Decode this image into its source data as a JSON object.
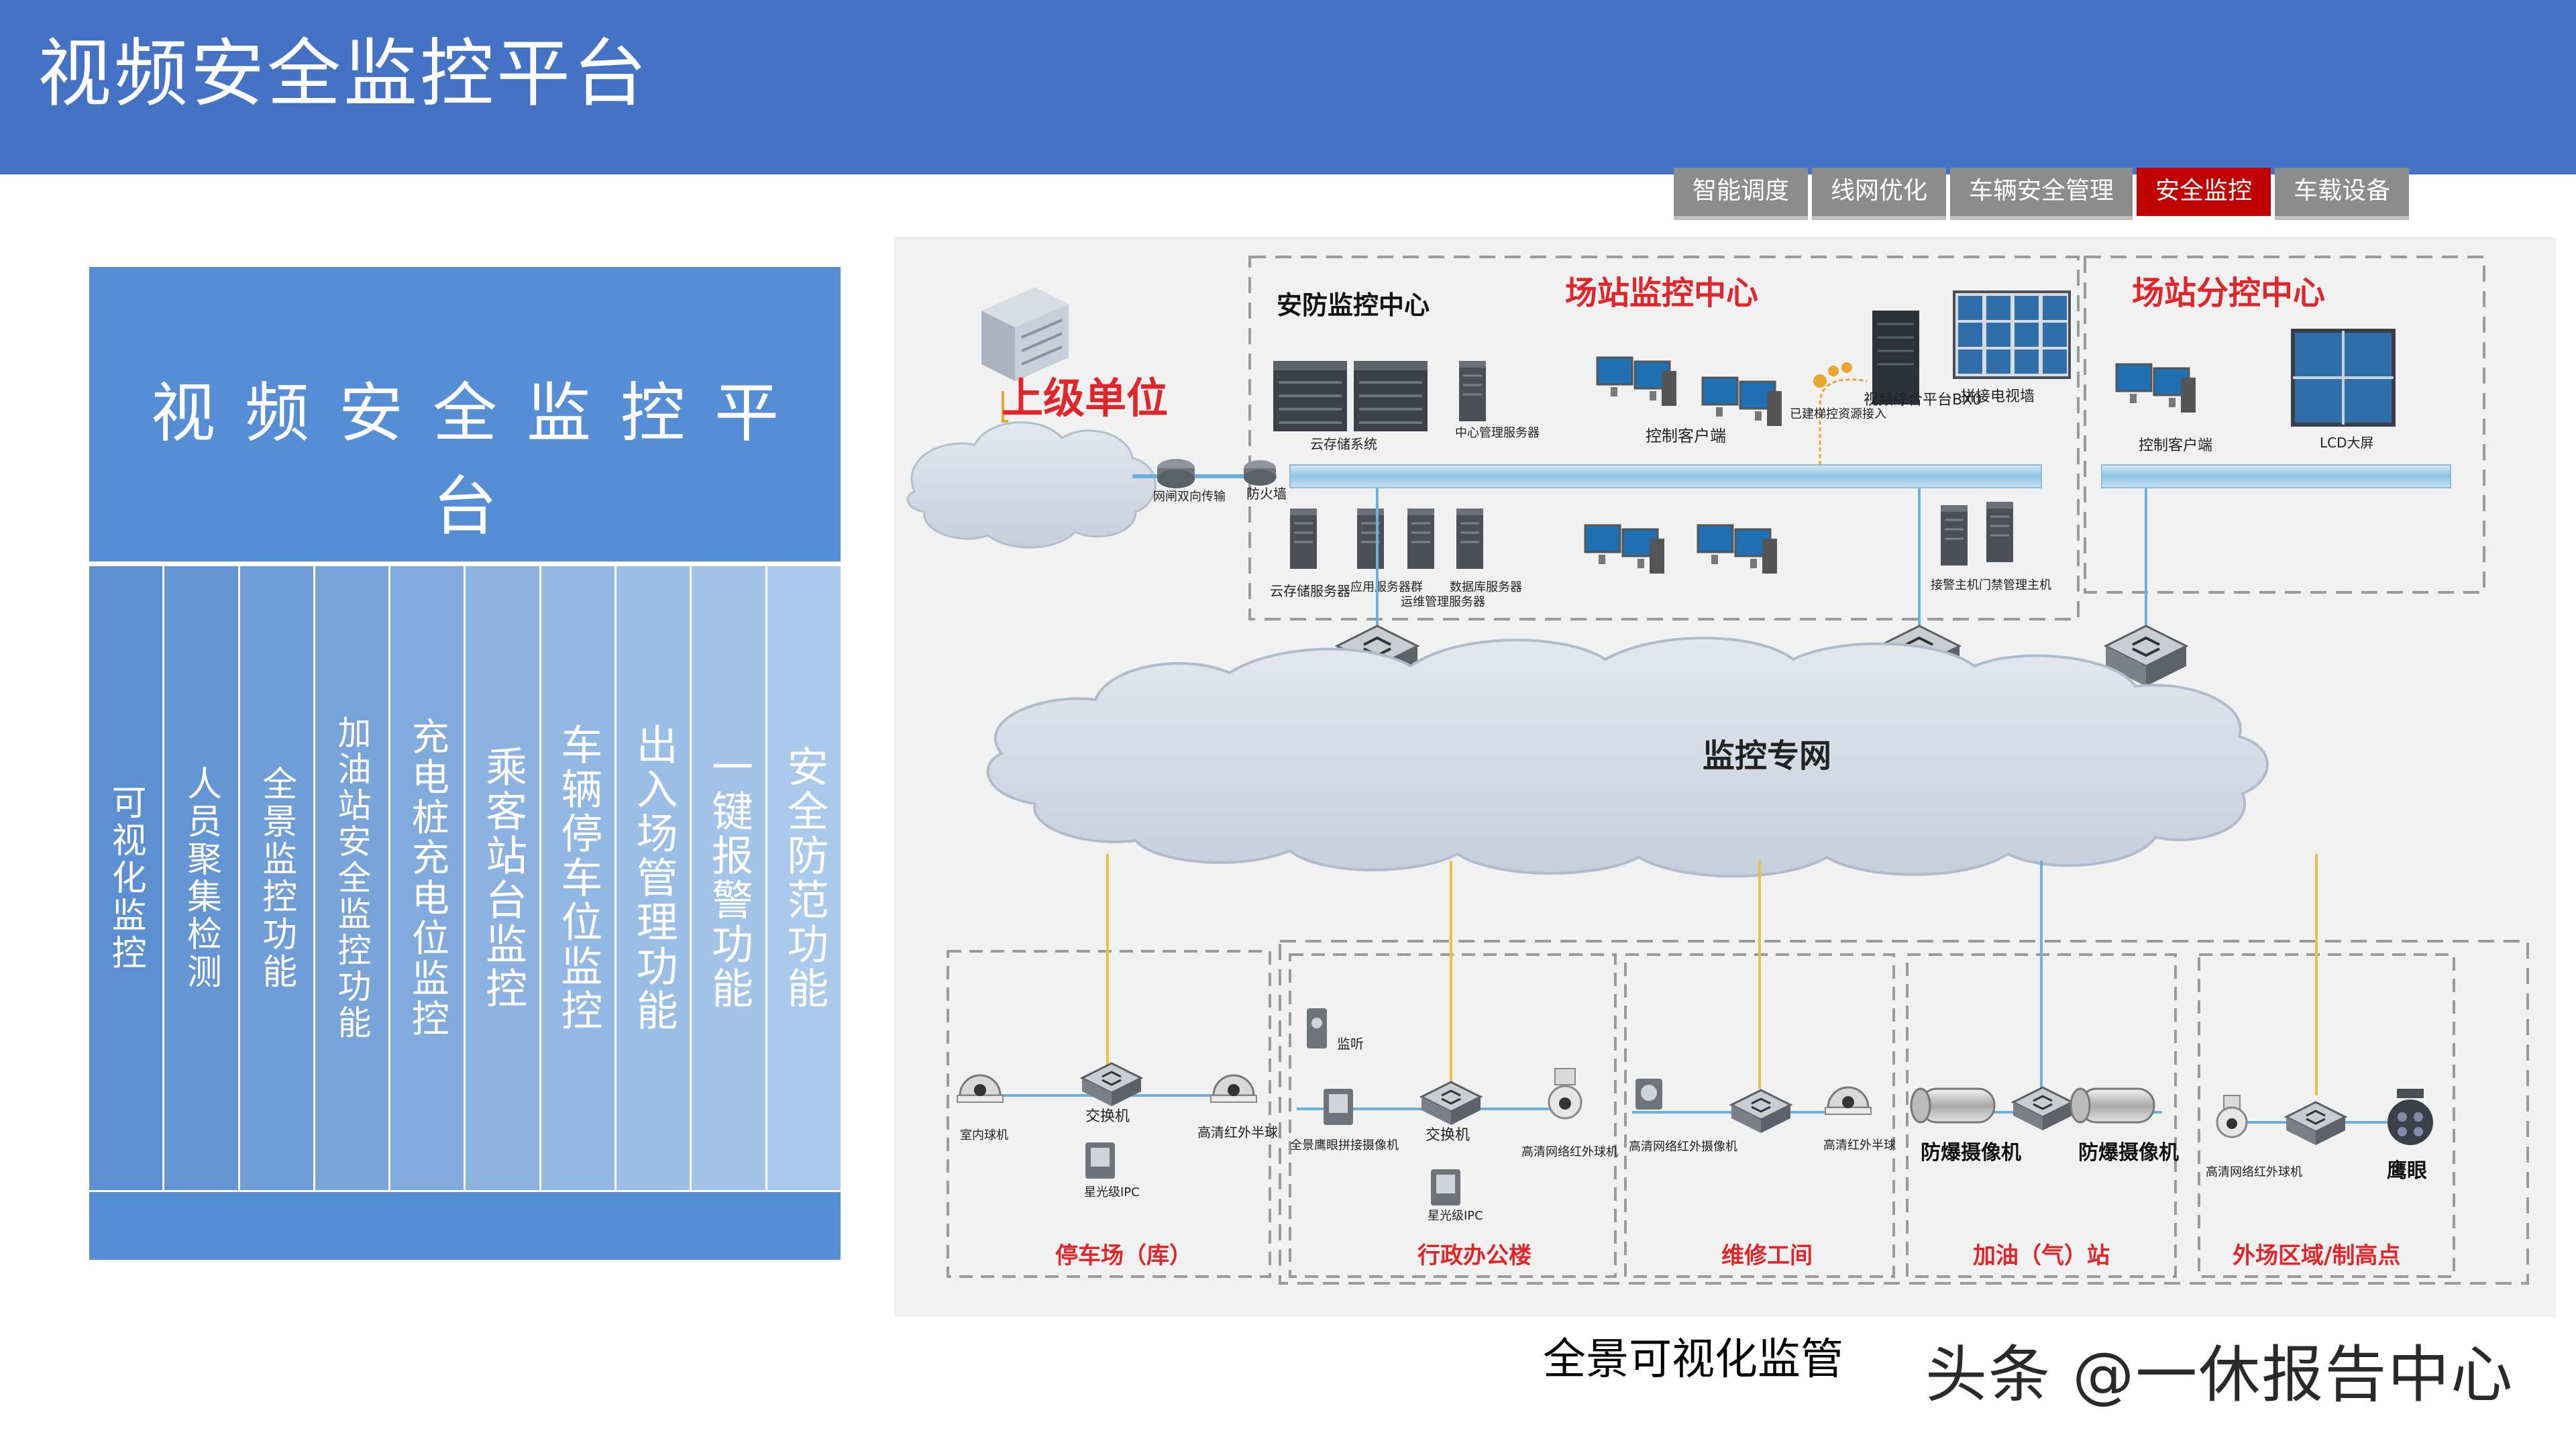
{
  "header": {
    "title": "视频安全监控平台",
    "bg": "#4472c4"
  },
  "tabs": [
    {
      "label": "智能调度",
      "active": false
    },
    {
      "label": "线网优化",
      "active": false
    },
    {
      "label": "车辆安全管理",
      "active": false
    },
    {
      "label": "安全监控",
      "active": true
    },
    {
      "label": "车载设备",
      "active": false
    }
  ],
  "panel": {
    "title": "视频安全监控平台",
    "features": [
      "可视化监控",
      "人员聚集检测",
      "全景监控功能",
      "加油站安全监控功能",
      "充电桩充电位监控",
      "乘客站台监控",
      "车辆停车位监控",
      "出入场管理功能",
      "一键报警功能",
      "安全防范功能"
    ]
  },
  "diagram": {
    "superior": "上级单位",
    "gateway": "网闸双向传输",
    "firewall": "防火墙",
    "security_center": "安防监控中心",
    "cloud_storage_system": "云存储系统",
    "central_mgmt_server": "中心管理服务器",
    "cloud_storage_server": "云存储服务器",
    "app_server_group": "应用服务器群",
    "ops_mgmt_server": "运维管理服务器",
    "db_server": "数据库服务器",
    "station_center": "场站监控中心",
    "control_client": "控制客户端",
    "resource_access": "已建梯控资源接入",
    "video_platform": "视频综合平台BX0",
    "tv_wall": "拼接电视墙",
    "access_hosts": "接警主机门禁管理主机",
    "branch_center": "场站分控中心",
    "branch_client": "控制客户端",
    "lcd": "LCD大屏",
    "network": "监控专网",
    "areas": {
      "parking": "停车场（库）",
      "office": "行政办公楼",
      "repair": "维修工间",
      "fuel": "加油（气）站",
      "outfield": "外场区域/制高点"
    },
    "switch": "交换机",
    "indoor_dome": "室内球机",
    "hd_ir_dome": "高清红外半球",
    "starlight_ipc": "星光级IPC",
    "listen": "监听",
    "panorama_cam": "全景鹰眼拼接摄像机",
    "hd_ir_ball": "高清网络红外球机",
    "hd_ir_cam": "高清网络红外摄像机",
    "hd_ir_half": "高清红外半球",
    "explosion_cam_1": "防爆摄像机",
    "explosion_cam_2": "防爆摄像机",
    "hd_net_ir_ball": "高清网络红外球机",
    "eagle_eye": "鹰眼"
  },
  "caption": "全景可视化监管",
  "watermark": "头条 @一休报告中心"
}
